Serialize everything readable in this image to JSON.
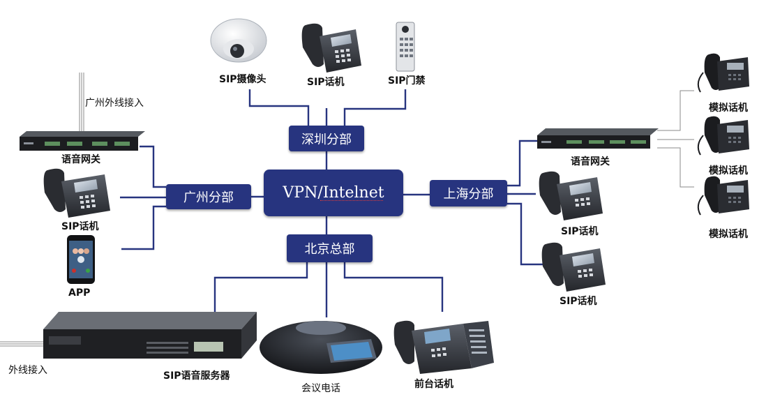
{
  "colors": {
    "node_fill": "#27347f",
    "link": "#27347f",
    "device_dark": "#2f3136",
    "device_mid": "#4a4f58",
    "device_light": "#c9ccd1"
  },
  "hub": {
    "label": "VPN/Intelnet"
  },
  "branches": {
    "shenzhen": "深圳分部",
    "guangzhou": "广州分部",
    "shanghai": "上海分部",
    "beijing": "北京总部"
  },
  "devices": {
    "sz_camera": "SIP摄像头",
    "sz_phone": "SIP话机",
    "sz_door": "SIP门禁",
    "gz_trunk": "广州外线接入",
    "gz_gateway": "语音网关",
    "gz_phone": "SIP话机",
    "gz_app": "APP",
    "sh_gateway": "语音网关",
    "sh_phone1": "SIP话机",
    "sh_phone2": "SIP话机",
    "sh_analog1": "模拟话机",
    "sh_analog2": "模拟话机",
    "sh_analog3": "模拟话机",
    "bj_trunk": "外线接入",
    "bj_server": "SIP语音服务器",
    "bj_conference": "会议电话",
    "bj_reception": "前台话机"
  }
}
